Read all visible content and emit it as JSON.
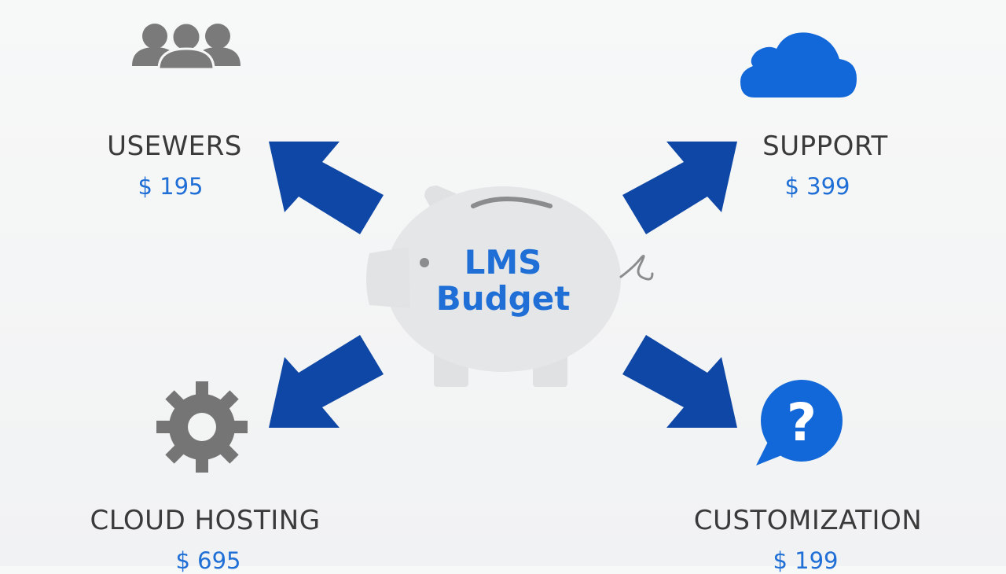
{
  "center": {
    "line1": "LMS",
    "line2": "Budget",
    "icon": "piggy-bank-icon"
  },
  "items": [
    {
      "label": "USEWERS",
      "amount": "$ 195",
      "icon": "users-group-icon",
      "icon_color": "#7a7a7a"
    },
    {
      "label": "SUPPORT",
      "amount": "$ 399",
      "icon": "cloud-icon",
      "icon_color": "#1268d8"
    },
    {
      "label": "CLOUD HOSTING",
      "amount": "$ 695",
      "icon": "gear-icon",
      "icon_color": "#757575"
    },
    {
      "label": "CUSTOMIZATION",
      "amount": "$ 199",
      "icon": "question-bubble-icon",
      "icon_color": "#1268d8"
    }
  ],
  "colors": {
    "arrow": "#0e47a5",
    "label": "#3a3a3a",
    "amount": "#1f6fd6",
    "piggy": "#e4e6e8",
    "center_text": "#1f6fd6"
  }
}
